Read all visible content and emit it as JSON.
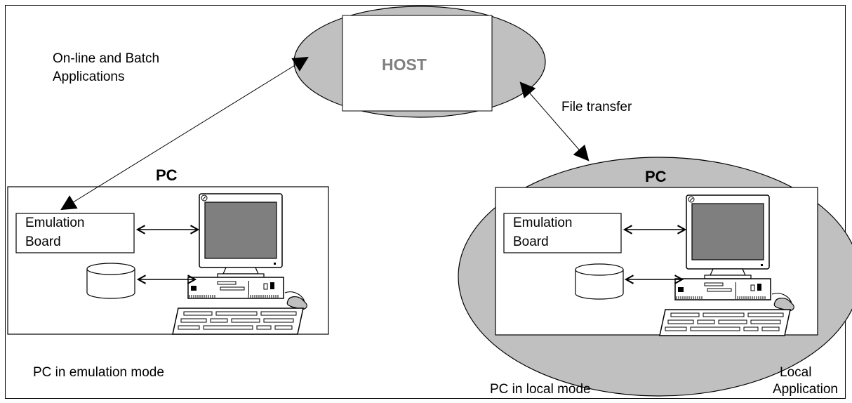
{
  "texts": {
    "host": "HOST",
    "online_batch_1": "On-line and Batch",
    "online_batch_2": "Applications",
    "file_transfer": "File transfer",
    "pc_left": "PC",
    "pc_right": "PC",
    "emulation_left_1": "Emulation",
    "emulation_left_2": "Board",
    "emulation_right_1": "Emulation",
    "emulation_right_2": "Board",
    "mode_emulation": "PC in emulation mode",
    "mode_local": "PC in local mode",
    "local_app_1": "Local",
    "local_app_2": "Application"
  },
  "colors": {
    "ellipse_fill": "#c0c0c0",
    "screen_fill": "#7f7f7f",
    "line": "#000000",
    "host_text": "#808080"
  }
}
